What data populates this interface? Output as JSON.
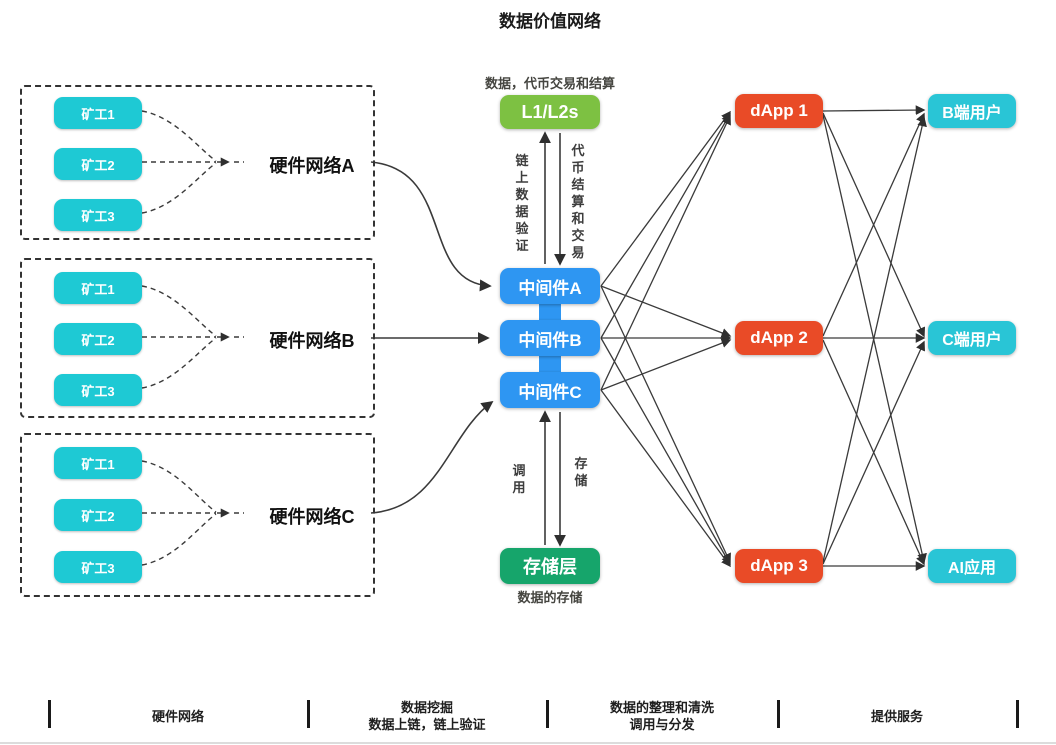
{
  "title": "数据价值网络",
  "hardware_groups": [
    {
      "label": "硬件网络A",
      "miners": [
        "矿工1",
        "矿工2",
        "矿工3"
      ]
    },
    {
      "label": "硬件网络B",
      "miners": [
        "矿工1",
        "矿工2",
        "矿工3"
      ]
    },
    {
      "label": "硬件网络C",
      "miners": [
        "矿工1",
        "矿工2",
        "矿工3"
      ]
    }
  ],
  "middle": {
    "top_caption": "数据，代币交易和结算",
    "l1": "L1/L2s",
    "label_chain_verify": "链上数据验证",
    "label_token_settle": "代币结算和交易",
    "middlewares": [
      "中间件A",
      "中间件B",
      "中间件C"
    ],
    "label_call": "调用",
    "label_store": "存储",
    "storage": "存储层",
    "storage_caption": "数据的存储"
  },
  "dapps": [
    "dApp 1",
    "dApp 2",
    "dApp 3"
  ],
  "services": [
    "B端用户",
    "C端用户",
    "AI应用"
  ],
  "legend": [
    {
      "line1": "硬件网络",
      "line2": ""
    },
    {
      "line1": "数据挖掘",
      "line2": "数据上链，链上验证"
    },
    {
      "line1": "数据的整理和清洗",
      "line2": "调用与分发"
    },
    {
      "line1": "提供服务",
      "line2": ""
    }
  ],
  "colors": {
    "miner_teal": "#1EC9D4",
    "l1_green": "#7DC142",
    "middleware_blue": "#2E96F2",
    "storage_green": "#16A56B",
    "dapp_orange": "#E94B27",
    "service_cyan": "#29C5D6",
    "line_dark": "#3a3a3a"
  }
}
